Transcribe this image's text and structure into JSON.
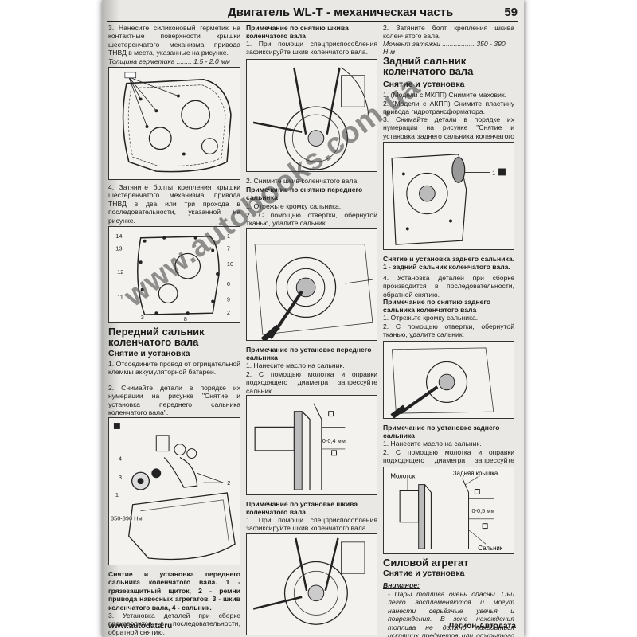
{
  "header": {
    "title": "Двигатель WL-T - механическая часть",
    "page_number": "59"
  },
  "col1": {
    "p3": "3. Нанесите силиконовый герметик на контактные поверхности крышки шестеренчатого механизма привода ТНВД в места, указанные на рисунке.",
    "sealant": "Толщина герметика ........ 1,5 - 2,0 мм",
    "p4": "4. Затяните болты крепления крышки шестеренчатого механизма привода ТНВД в два или три прохода в последовательности, указанной на рисунке.",
    "heading": "Передний сальник коленчатого вала",
    "subheading": "Снятие и установка",
    "s1": "1. Отсоедините провод от отрицательной клеммы аккумуляторной батареи.",
    "s2": "2. Снимайте детали в порядке их нумерации на рисунке \"Снятие и установка переднего сальника коленчатого вала\".",
    "fig_torque": "350-390 Нм",
    "caption": "Снятие и установка переднего сальника коленчатого вала. 1 - грязезащитный щиток, 2 - ремни привода навесных агрегатов, 3 - шкив коленчатого вала, 4 - сальник.",
    "s3": "3. Установка деталей при сборке производится в последовательности, обратной снятию."
  },
  "col2": {
    "n1_title": "Примечание по снятию шкива коленчатого вала",
    "n1_text": "1. При помощи спецприспособления зафиксируйте шкив коленчатого вала.",
    "p2": "2. Снимите шкив коленчатого вала.",
    "n2_title": "Примечание по снятию переднего сальника",
    "n2_t1": "1. Отрежьте кромку сальника.",
    "n2_t2": "2. С помощью отвертки, обернутой тканью, удалите сальник.",
    "n3_title": "Примечание по установке переднего сальника",
    "n3_t1": "1. Нанесите масло на сальник.",
    "n3_t2": "2. С помощью молотка и оправки подходящего диаметра запрессуйте сальник.",
    "fig_dim": "0-0,4 мм",
    "n4_title": "Примечание по установке шкива коленчатого вала",
    "n4_text": "1. При помощи спецприспособления зафиксируйте шкив коленчатого вала."
  },
  "col3": {
    "p2": "2. Затяните болт крепления шкива коленчатого вала.",
    "torque": "Момент затяжки ................. 350 - 390 Н·м",
    "heading": "Задний сальник коленчатого вала",
    "subheading": "Снятие и установка",
    "s1": "1. (Модели с МКПП) Снимите маховик.",
    "s2": "2. (Модели с АКПП) Снимите пластину привода гидротрансформатора.",
    "s3": "3. Снимайте детали в порядке их нумерации на рисунке \"Снятие и установка заднего сальника коленчатого вала\".",
    "fig1_label": "1",
    "caption": "Снятие и установка заднего сальника. 1 - задний сальник коленчатого вала.",
    "s4": "4. Установка деталей при сборке производится в последовательности, обратной снятию.",
    "n1_title": "Примечание по снятию заднего сальника коленчатого вала",
    "n1_t1": "1. Отрежьте кромку сальника.",
    "n1_t2": "2. С помощью отвертки, обернутой тканью, удалите сальник.",
    "n2_title": "Примечание по установке заднего сальника",
    "n2_t1": "1. Нанесите масло на сальник.",
    "n2_t2": "2. С помощью молотка и оправки подходящего диаметра запрессуйте сальник.",
    "fig_hammer": "Молоток",
    "fig_cover": "Задняя крышка",
    "fig_dim": "0-0,5 мм",
    "fig_seal": "Сальник",
    "heading2": "Силовой агрегат",
    "subheading2": "Снятие и установка",
    "warn_title": "Внимание:",
    "warn_text": "- Пары топлива очень опасны. Они легко воспламеняются и могут нанести серьёзные увечья и повреждения. В зоне нахождения топлива не должно находиться искрящих предметов или открытого пламени."
  },
  "footer": {
    "left": "www.autodata.ru",
    "right": "Легион-Автодата"
  },
  "watermark": "www.autobooks.com.ua"
}
